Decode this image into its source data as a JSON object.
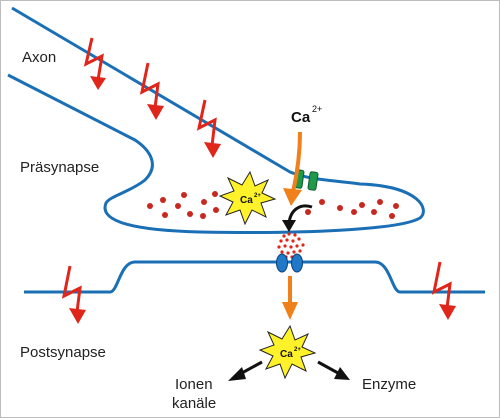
{
  "labels": {
    "axon": "Axon",
    "presynapse": "Präsynapse",
    "postsynapse": "Postsynapse",
    "ion_channels_line1": "Ionen",
    "ion_channels_line2": "kanäle",
    "enzymes": "Enzyme",
    "calcium_ion": "Ca",
    "calcium_charge": "2+",
    "calcium_star_1": "Ca",
    "calcium_star_1_charge": "2+",
    "calcium_star_2": "Ca",
    "calcium_star_2_charge": "2+"
  },
  "colors": {
    "membrane": "#1a6fb5",
    "action_potential": "#e0251b",
    "calcium_arrow": "#f0801a",
    "calcium_star": "#fff22a",
    "ca_channel": "#1f9a4a",
    "receptor": "#1f78c8",
    "vesicle": "#c8281e",
    "black_arrow": "#111111"
  },
  "icons": {
    "action_potential": "lightning-bolt-arrow-icon",
    "calcium_star": "star-burst-icon",
    "ca_channel": "ion-channel-icon",
    "receptor": "receptor-icon"
  }
}
